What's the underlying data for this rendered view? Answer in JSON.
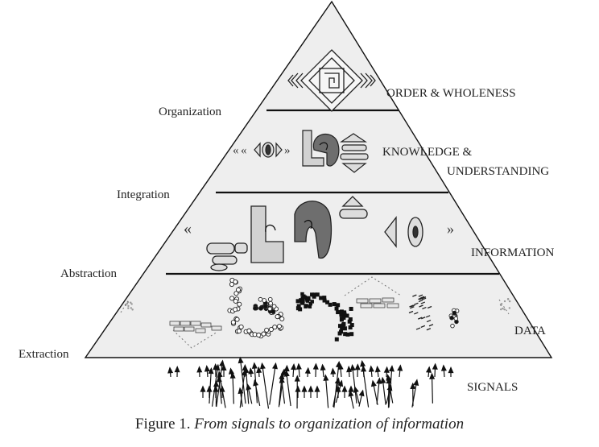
{
  "levels": {
    "order": "ORDER & WHOLENESS",
    "knowledge_1": "KNOWLEDGE &",
    "knowledge_2": "UNDERSTANDING",
    "information": "INFORMATION",
    "data": "DATA",
    "signals": "SIGNALS"
  },
  "transitions": {
    "organization": "Organization",
    "integration": "Integration",
    "abstraction": "Abstraction",
    "extraction": "Extraction"
  },
  "caption": {
    "prefix": "Figure 1.",
    "title": "From signals to organization of information"
  },
  "colors": {
    "pyramid_fill": "#eeeeee",
    "outline": "#111111",
    "dark_shape": "#6e6e6e",
    "light_shape": "#d2d2d2"
  }
}
